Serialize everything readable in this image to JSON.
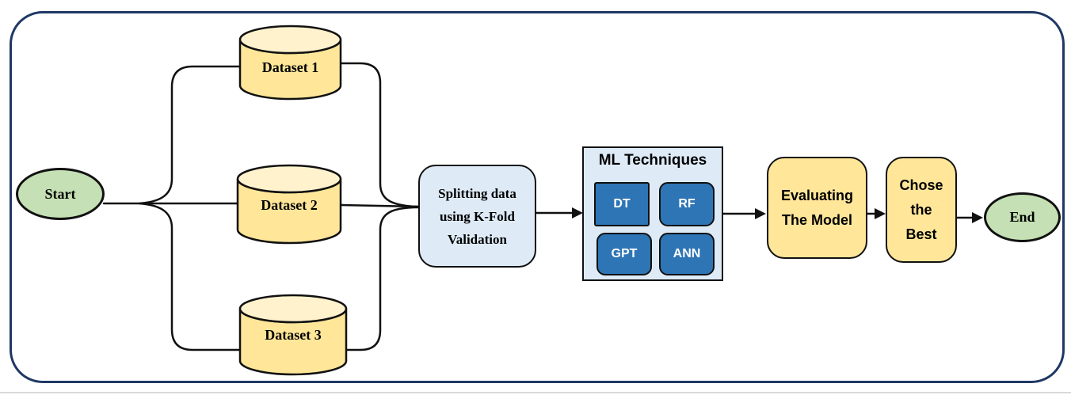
{
  "flowchart": {
    "start": {
      "label": "Start"
    },
    "datasets": [
      {
        "label": "Dataset 1"
      },
      {
        "label": "Dataset 2"
      },
      {
        "label": "Dataset 3"
      }
    ],
    "splitting": {
      "line1": "Splitting data",
      "line2": "using K-Fold",
      "line3": "Validation"
    },
    "ml_techniques": {
      "title": "ML Techniques",
      "items": [
        {
          "label": "DT"
        },
        {
          "label": "RF"
        },
        {
          "label": "GPT"
        },
        {
          "label": "ANN"
        }
      ]
    },
    "evaluating": {
      "line1": "Evaluating",
      "line2": "The Model"
    },
    "chose": {
      "line1": "Chose",
      "line2": "the",
      "line3": "Best"
    },
    "end": {
      "label": "End"
    }
  },
  "colors": {
    "frame_border": "#1f3864",
    "terminator_fill": "#c5e0b4",
    "dataset_fill": "#ffe699",
    "dataset_top_fill": "#fff2cc",
    "process_fill": "#deebf7",
    "technique_fill": "#2e75b6",
    "action_fill": "#ffe699",
    "line_stroke": "#111111"
  }
}
